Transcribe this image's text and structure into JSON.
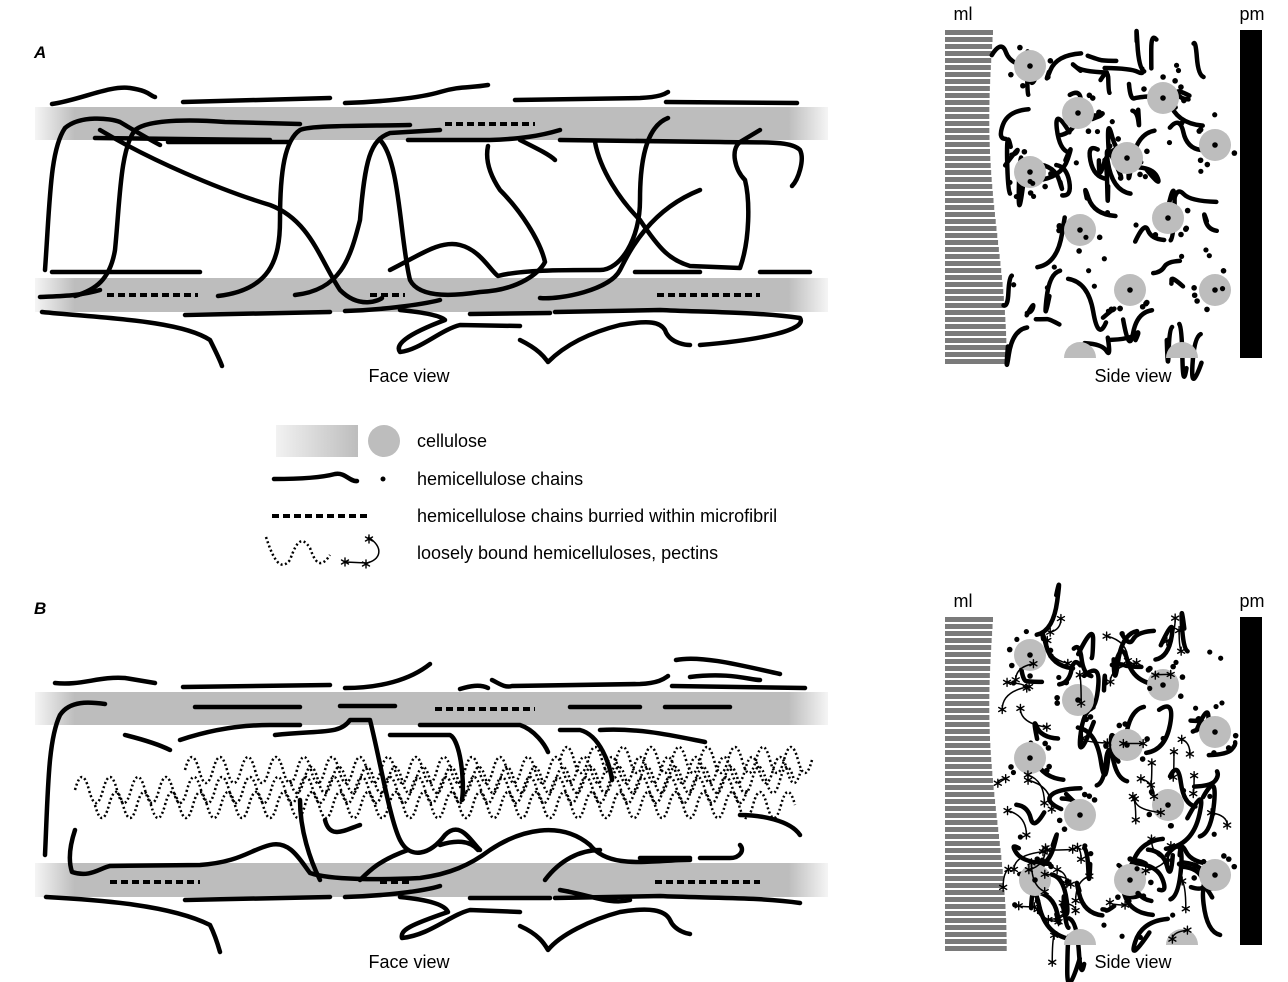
{
  "panels": [
    {
      "id": "A",
      "face_label": "Face view",
      "side_label": "Side view",
      "ml_label": "ml",
      "pm_label": "pm"
    },
    {
      "id": "B",
      "face_label": "Face view",
      "side_label": "Side view",
      "ml_label": "ml",
      "pm_label": "pm"
    }
  ],
  "legend": [
    {
      "label": "cellulose"
    },
    {
      "label": "hemicellulose chains"
    },
    {
      "label": "hemicellulose chains burried within microfibril"
    },
    {
      "label": "loosely bound hemicelluloses, pectins"
    }
  ],
  "colors": {
    "cellulose": "#bdbdbd",
    "middle_lamella": "#7a7a7a",
    "plasma_membrane": "#000000"
  }
}
